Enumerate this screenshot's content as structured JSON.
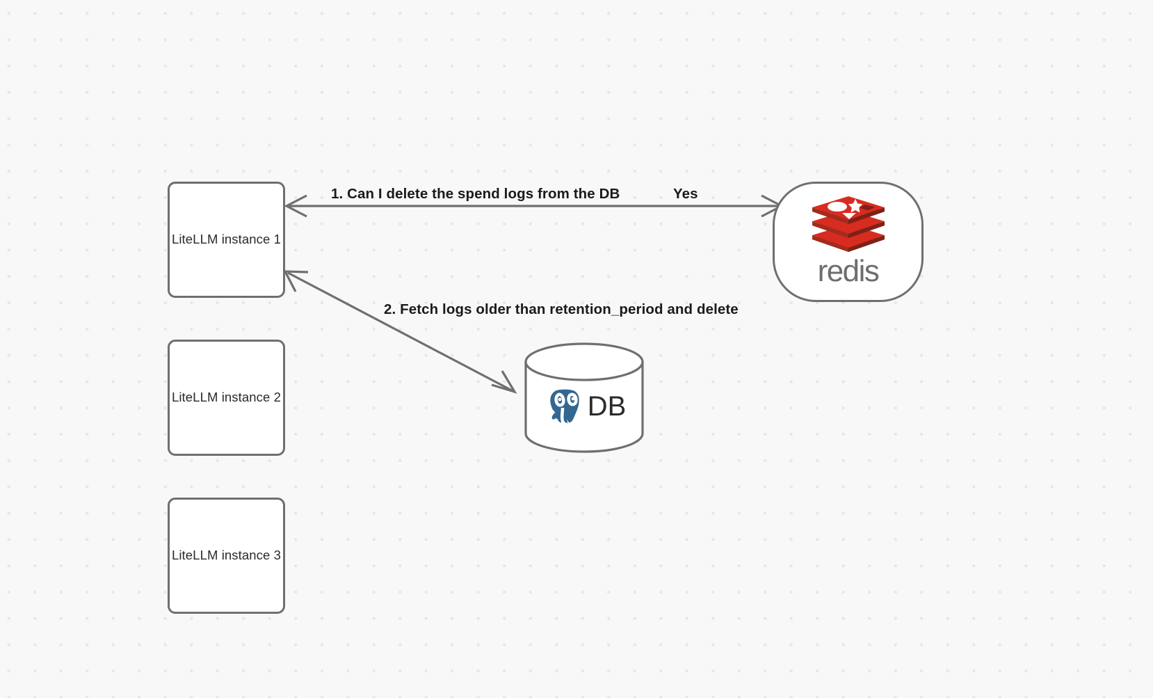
{
  "canvas": {
    "background_color": "#f8f8f8",
    "dot_grid_color": "#e6e7e8",
    "stroke_color": "#6f6f6f"
  },
  "nodes": [
    {
      "id": "litellm-1",
      "label": "LiteLLM instance 1",
      "type": "box"
    },
    {
      "id": "litellm-2",
      "label": "LiteLLM instance 2",
      "type": "box"
    },
    {
      "id": "litellm-3",
      "label": "LiteLLM instance 3",
      "type": "box"
    },
    {
      "id": "redis",
      "label": "redis",
      "type": "rounded",
      "logo": "redis-logo",
      "logo_color": "#d82c20"
    },
    {
      "id": "database",
      "label": "DB",
      "type": "cylinder",
      "logo": "postgresql-elephant-icon",
      "logo_color": "#336791"
    }
  ],
  "edges": [
    {
      "id": "edge-1",
      "from": "litellm-1",
      "to": "redis",
      "direction": "bidirectional",
      "label": "1.  Can I delete the spend logs from the DB",
      "reply_label": "Yes"
    },
    {
      "id": "edge-2",
      "from": "litellm-1",
      "to": "database",
      "direction": "bidirectional",
      "label": "2.  Fetch logs older than retention_period and delete"
    }
  ]
}
